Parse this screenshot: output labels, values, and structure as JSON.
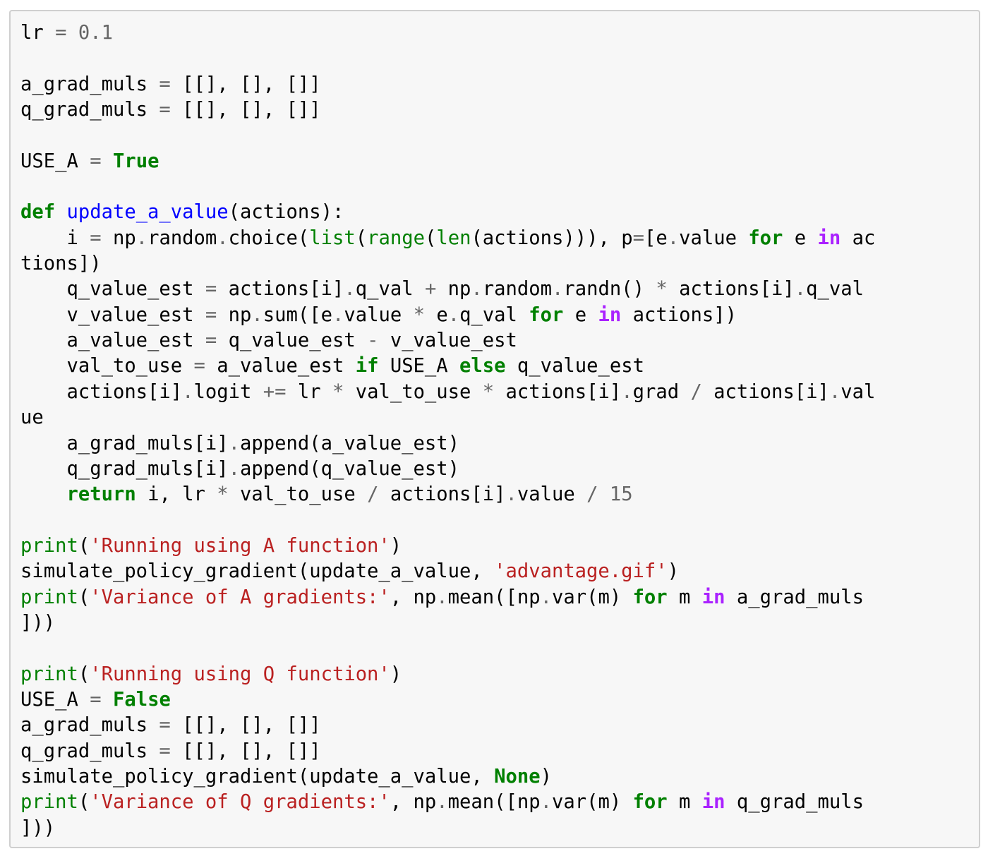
{
  "cell": {
    "lines": [
      [
        [
          "lr ",
          ""
        ],
        [
          "=",
          "op"
        ],
        [
          " ",
          ""
        ],
        [
          "0.1",
          "num"
        ]
      ],
      [],
      [
        [
          "a_grad_muls ",
          ""
        ],
        [
          "=",
          "op"
        ],
        [
          " [[], [], []]",
          ""
        ]
      ],
      [
        [
          "q_grad_muls ",
          ""
        ],
        [
          "=",
          "op"
        ],
        [
          " [[], [], []]",
          ""
        ]
      ],
      [],
      [
        [
          "USE_A ",
          ""
        ],
        [
          "=",
          "op"
        ],
        [
          " ",
          ""
        ],
        [
          "True",
          "kw"
        ]
      ],
      [],
      [
        [
          "def",
          "kw"
        ],
        [
          " ",
          ""
        ],
        [
          "update_a_value",
          "fn"
        ],
        [
          "(actions):",
          ""
        ]
      ],
      [
        [
          "    i ",
          ""
        ],
        [
          "=",
          "op"
        ],
        [
          " np",
          ""
        ],
        [
          ".",
          "op"
        ],
        [
          "random",
          ""
        ],
        [
          ".",
          "op"
        ],
        [
          "choice(",
          ""
        ],
        [
          "list",
          "bi"
        ],
        [
          "(",
          ""
        ],
        [
          "range",
          "bi"
        ],
        [
          "(",
          ""
        ],
        [
          "len",
          "bi"
        ],
        [
          "(actions))), p",
          ""
        ],
        [
          "=",
          "op"
        ],
        [
          "[e",
          ""
        ],
        [
          ".",
          "op"
        ],
        [
          "value ",
          ""
        ],
        [
          "for",
          "kw"
        ],
        [
          " e ",
          ""
        ],
        [
          "in",
          "opw"
        ],
        [
          " ac",
          ""
        ]
      ],
      [
        [
          "tions])",
          ""
        ]
      ],
      [
        [
          "    q_value_est ",
          ""
        ],
        [
          "=",
          "op"
        ],
        [
          " actions[i]",
          ""
        ],
        [
          ".",
          "op"
        ],
        [
          "q_val ",
          ""
        ],
        [
          "+",
          "op"
        ],
        [
          " np",
          ""
        ],
        [
          ".",
          "op"
        ],
        [
          "random",
          ""
        ],
        [
          ".",
          "op"
        ],
        [
          "randn() ",
          ""
        ],
        [
          "*",
          "op"
        ],
        [
          " actions[i]",
          ""
        ],
        [
          ".",
          "op"
        ],
        [
          "q_val",
          ""
        ]
      ],
      [
        [
          "    v_value_est ",
          ""
        ],
        [
          "=",
          "op"
        ],
        [
          " np",
          ""
        ],
        [
          ".",
          "op"
        ],
        [
          "sum([e",
          ""
        ],
        [
          ".",
          "op"
        ],
        [
          "value ",
          ""
        ],
        [
          "*",
          "op"
        ],
        [
          " e",
          ""
        ],
        [
          ".",
          "op"
        ],
        [
          "q_val ",
          ""
        ],
        [
          "for",
          "kw"
        ],
        [
          " e ",
          ""
        ],
        [
          "in",
          "opw"
        ],
        [
          " actions])",
          ""
        ]
      ],
      [
        [
          "    a_value_est ",
          ""
        ],
        [
          "=",
          "op"
        ],
        [
          " q_value_est ",
          ""
        ],
        [
          "-",
          "op"
        ],
        [
          " v_value_est",
          ""
        ]
      ],
      [
        [
          "    val_to_use ",
          ""
        ],
        [
          "=",
          "op"
        ],
        [
          " a_value_est ",
          ""
        ],
        [
          "if",
          "kw"
        ],
        [
          " USE_A ",
          ""
        ],
        [
          "else",
          "kw"
        ],
        [
          " q_value_est",
          ""
        ]
      ],
      [
        [
          "    actions[i]",
          ""
        ],
        [
          ".",
          "op"
        ],
        [
          "logit ",
          ""
        ],
        [
          "+=",
          "op"
        ],
        [
          " lr ",
          ""
        ],
        [
          "*",
          "op"
        ],
        [
          " val_to_use ",
          ""
        ],
        [
          "*",
          "op"
        ],
        [
          " actions[i]",
          ""
        ],
        [
          ".",
          "op"
        ],
        [
          "grad ",
          ""
        ],
        [
          "/",
          "op"
        ],
        [
          " actions[i]",
          ""
        ],
        [
          ".",
          "op"
        ],
        [
          "val",
          ""
        ]
      ],
      [
        [
          "ue",
          ""
        ]
      ],
      [
        [
          "    a_grad_muls[i]",
          ""
        ],
        [
          ".",
          "op"
        ],
        [
          "append(a_value_est)",
          ""
        ]
      ],
      [
        [
          "    q_grad_muls[i]",
          ""
        ],
        [
          ".",
          "op"
        ],
        [
          "append(q_value_est)",
          ""
        ]
      ],
      [
        [
          "    ",
          ""
        ],
        [
          "return",
          "kw"
        ],
        [
          " i, lr ",
          ""
        ],
        [
          "*",
          "op"
        ],
        [
          " val_to_use ",
          ""
        ],
        [
          "/",
          "op"
        ],
        [
          " actions[i]",
          ""
        ],
        [
          ".",
          "op"
        ],
        [
          "value ",
          ""
        ],
        [
          "/",
          "op"
        ],
        [
          " ",
          ""
        ],
        [
          "15",
          "num"
        ]
      ],
      [],
      [
        [
          "print",
          "bi"
        ],
        [
          "(",
          ""
        ],
        [
          "'Running using A function'",
          "str"
        ],
        [
          ")",
          ""
        ]
      ],
      [
        [
          "simulate_policy_gradient(update_a_value, ",
          ""
        ],
        [
          "'advantage.gif'",
          "str"
        ],
        [
          ")",
          ""
        ]
      ],
      [
        [
          "print",
          "bi"
        ],
        [
          "(",
          ""
        ],
        [
          "'Variance of A gradients:'",
          "str"
        ],
        [
          ", np",
          ""
        ],
        [
          ".",
          "op"
        ],
        [
          "mean([np",
          ""
        ],
        [
          ".",
          "op"
        ],
        [
          "var(m) ",
          ""
        ],
        [
          "for",
          "kw"
        ],
        [
          " m ",
          ""
        ],
        [
          "in",
          "opw"
        ],
        [
          " a_grad_muls",
          ""
        ]
      ],
      [
        [
          "]))",
          ""
        ]
      ],
      [],
      [
        [
          "print",
          "bi"
        ],
        [
          "(",
          ""
        ],
        [
          "'Running using Q function'",
          "str"
        ],
        [
          ")",
          ""
        ]
      ],
      [
        [
          "USE_A ",
          ""
        ],
        [
          "=",
          "op"
        ],
        [
          " ",
          ""
        ],
        [
          "False",
          "kw"
        ]
      ],
      [
        [
          "a_grad_muls ",
          ""
        ],
        [
          "=",
          "op"
        ],
        [
          " [[], [], []]",
          ""
        ]
      ],
      [
        [
          "q_grad_muls ",
          ""
        ],
        [
          "=",
          "op"
        ],
        [
          " [[], [], []]",
          ""
        ]
      ],
      [
        [
          "simulate_policy_gradient(update_a_value, ",
          ""
        ],
        [
          "None",
          "kw"
        ],
        [
          ")",
          ""
        ]
      ],
      [
        [
          "print",
          "bi"
        ],
        [
          "(",
          ""
        ],
        [
          "'Variance of Q gradients:'",
          "str"
        ],
        [
          ", np",
          ""
        ],
        [
          ".",
          "op"
        ],
        [
          "mean([np",
          ""
        ],
        [
          ".",
          "op"
        ],
        [
          "var(m) ",
          ""
        ],
        [
          "for",
          "kw"
        ],
        [
          " m ",
          ""
        ],
        [
          "in",
          "opw"
        ],
        [
          " q_grad_muls",
          ""
        ]
      ],
      [
        [
          "]))",
          ""
        ]
      ]
    ]
  }
}
